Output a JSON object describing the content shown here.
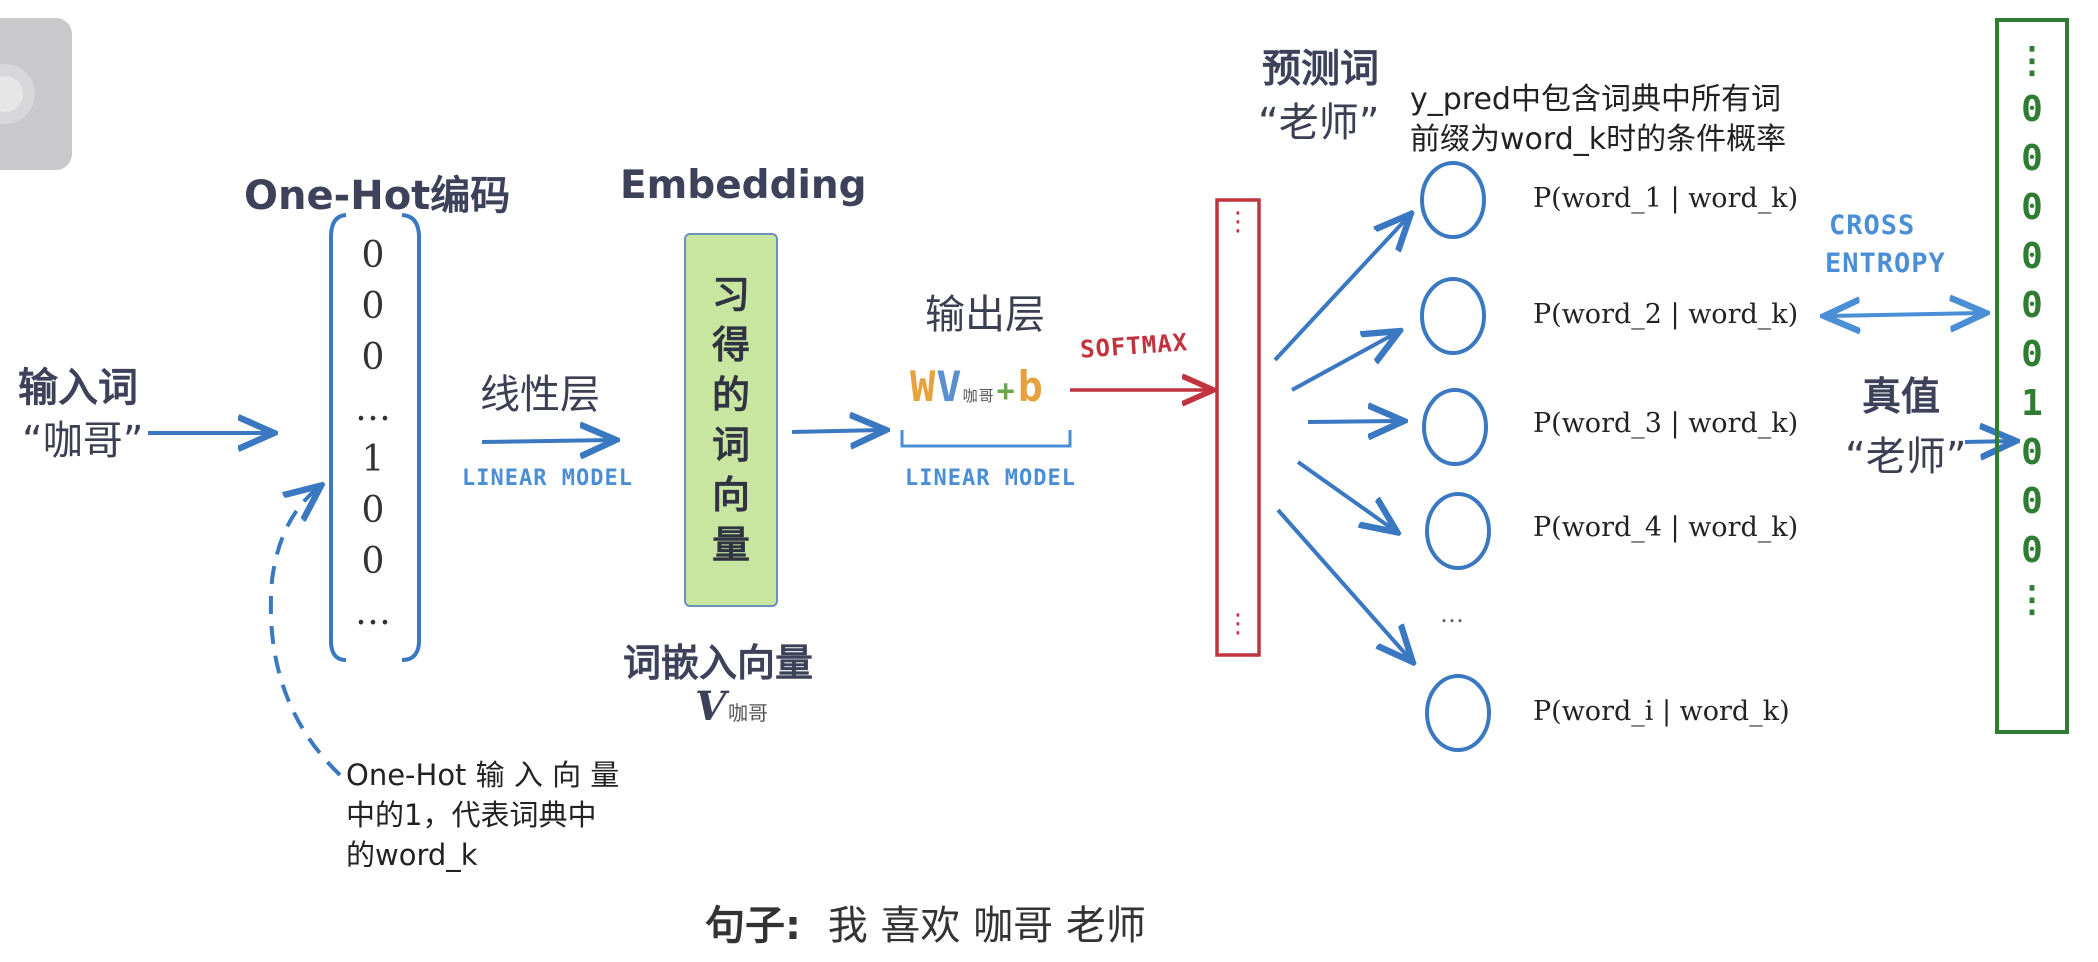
{
  "colors": {
    "blue_arrow": "#3a78c2",
    "sketch_blue": "#4a8fd6",
    "red_vector": "#c1333e",
    "green_truth": "#2e7d32",
    "embedding_fill": "#c8e6a0"
  },
  "input": {
    "title": "输入词",
    "word": "“咖哥”"
  },
  "onehot": {
    "title": "One-Hot编码",
    "cells": [
      "0",
      "0",
      "0",
      "…",
      "1",
      "0",
      "0",
      "…"
    ],
    "note_lines": [
      "One-Hot 输 入 向 量",
      "中的1，代表词典中",
      "的word_k"
    ]
  },
  "linear_layer": {
    "title": "线性层",
    "tag": "LINEAR MODEL"
  },
  "embedding": {
    "title": "Embedding",
    "box_chars": [
      "习",
      "得",
      "的",
      "词",
      "向",
      "量"
    ],
    "subtitle": "词嵌入向量",
    "symbol": "V",
    "symbol_sub": "咖哥"
  },
  "output_layer": {
    "title": "输出层",
    "formula_w": "W",
    "formula_v": "V",
    "formula_sub": "咖哥",
    "formula_plus": "+",
    "formula_b": "b",
    "tag": "LINEAR MODEL",
    "softmax": "SOFTMAX"
  },
  "prediction": {
    "title": "预测词",
    "word": "“老师”",
    "note_line1": "y_pred中包含词典中所有词",
    "note_line2": "前缀为word_k时的条件概率",
    "probs": [
      "P(word_1 | word_k)",
      "P(word_2 | word_k)",
      "P(word_3 | word_k)",
      "P(word_4 | word_k)",
      "…",
      "P(word_i | word_k)"
    ]
  },
  "cross_entropy": {
    "line1": "CROSS",
    "line2": "ENTROPY"
  },
  "truth": {
    "title": "真值",
    "word": "“老师”",
    "cells": [
      "⋮",
      "0",
      "0",
      "0",
      "0",
      "0",
      "0",
      "1",
      "0",
      "0",
      "0",
      "⋮"
    ]
  },
  "sentence": {
    "label": "句子:",
    "words": "我 喜欢 咖哥 老师"
  }
}
